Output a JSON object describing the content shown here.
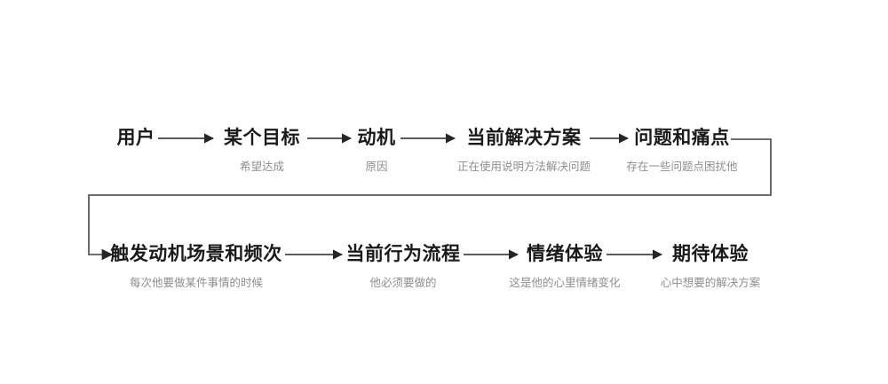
{
  "colors": {
    "title-color": "#1a1a1a",
    "subtitle-color": "#8e8e8e",
    "arrow-color": "#262626",
    "connector-color": "#595959",
    "bg-color": "#ffffff"
  },
  "diagram": {
    "rows": [
      {
        "nodes": [
          {
            "label": "用户",
            "sublabel": ""
          },
          {
            "label": "某个目标",
            "sublabel": "希望达成"
          },
          {
            "label": "动机",
            "sublabel": "原因"
          },
          {
            "label": "当前解决方案",
            "sublabel": "正在使用说明方法解决问题"
          },
          {
            "label": "问题和痛点",
            "sublabel": "存在一些问题点困扰他"
          }
        ]
      },
      {
        "nodes": [
          {
            "label": "触发动机场景和频次",
            "sublabel": "每次他要做某件事情的时候"
          },
          {
            "label": "当前行为流程",
            "sublabel": "他必须要做的"
          },
          {
            "label": "情绪体验",
            "sublabel": "这是他的心里情绪变化"
          },
          {
            "label": "期待体验",
            "sublabel": "心中想要的解决方案"
          }
        ]
      }
    ]
  }
}
